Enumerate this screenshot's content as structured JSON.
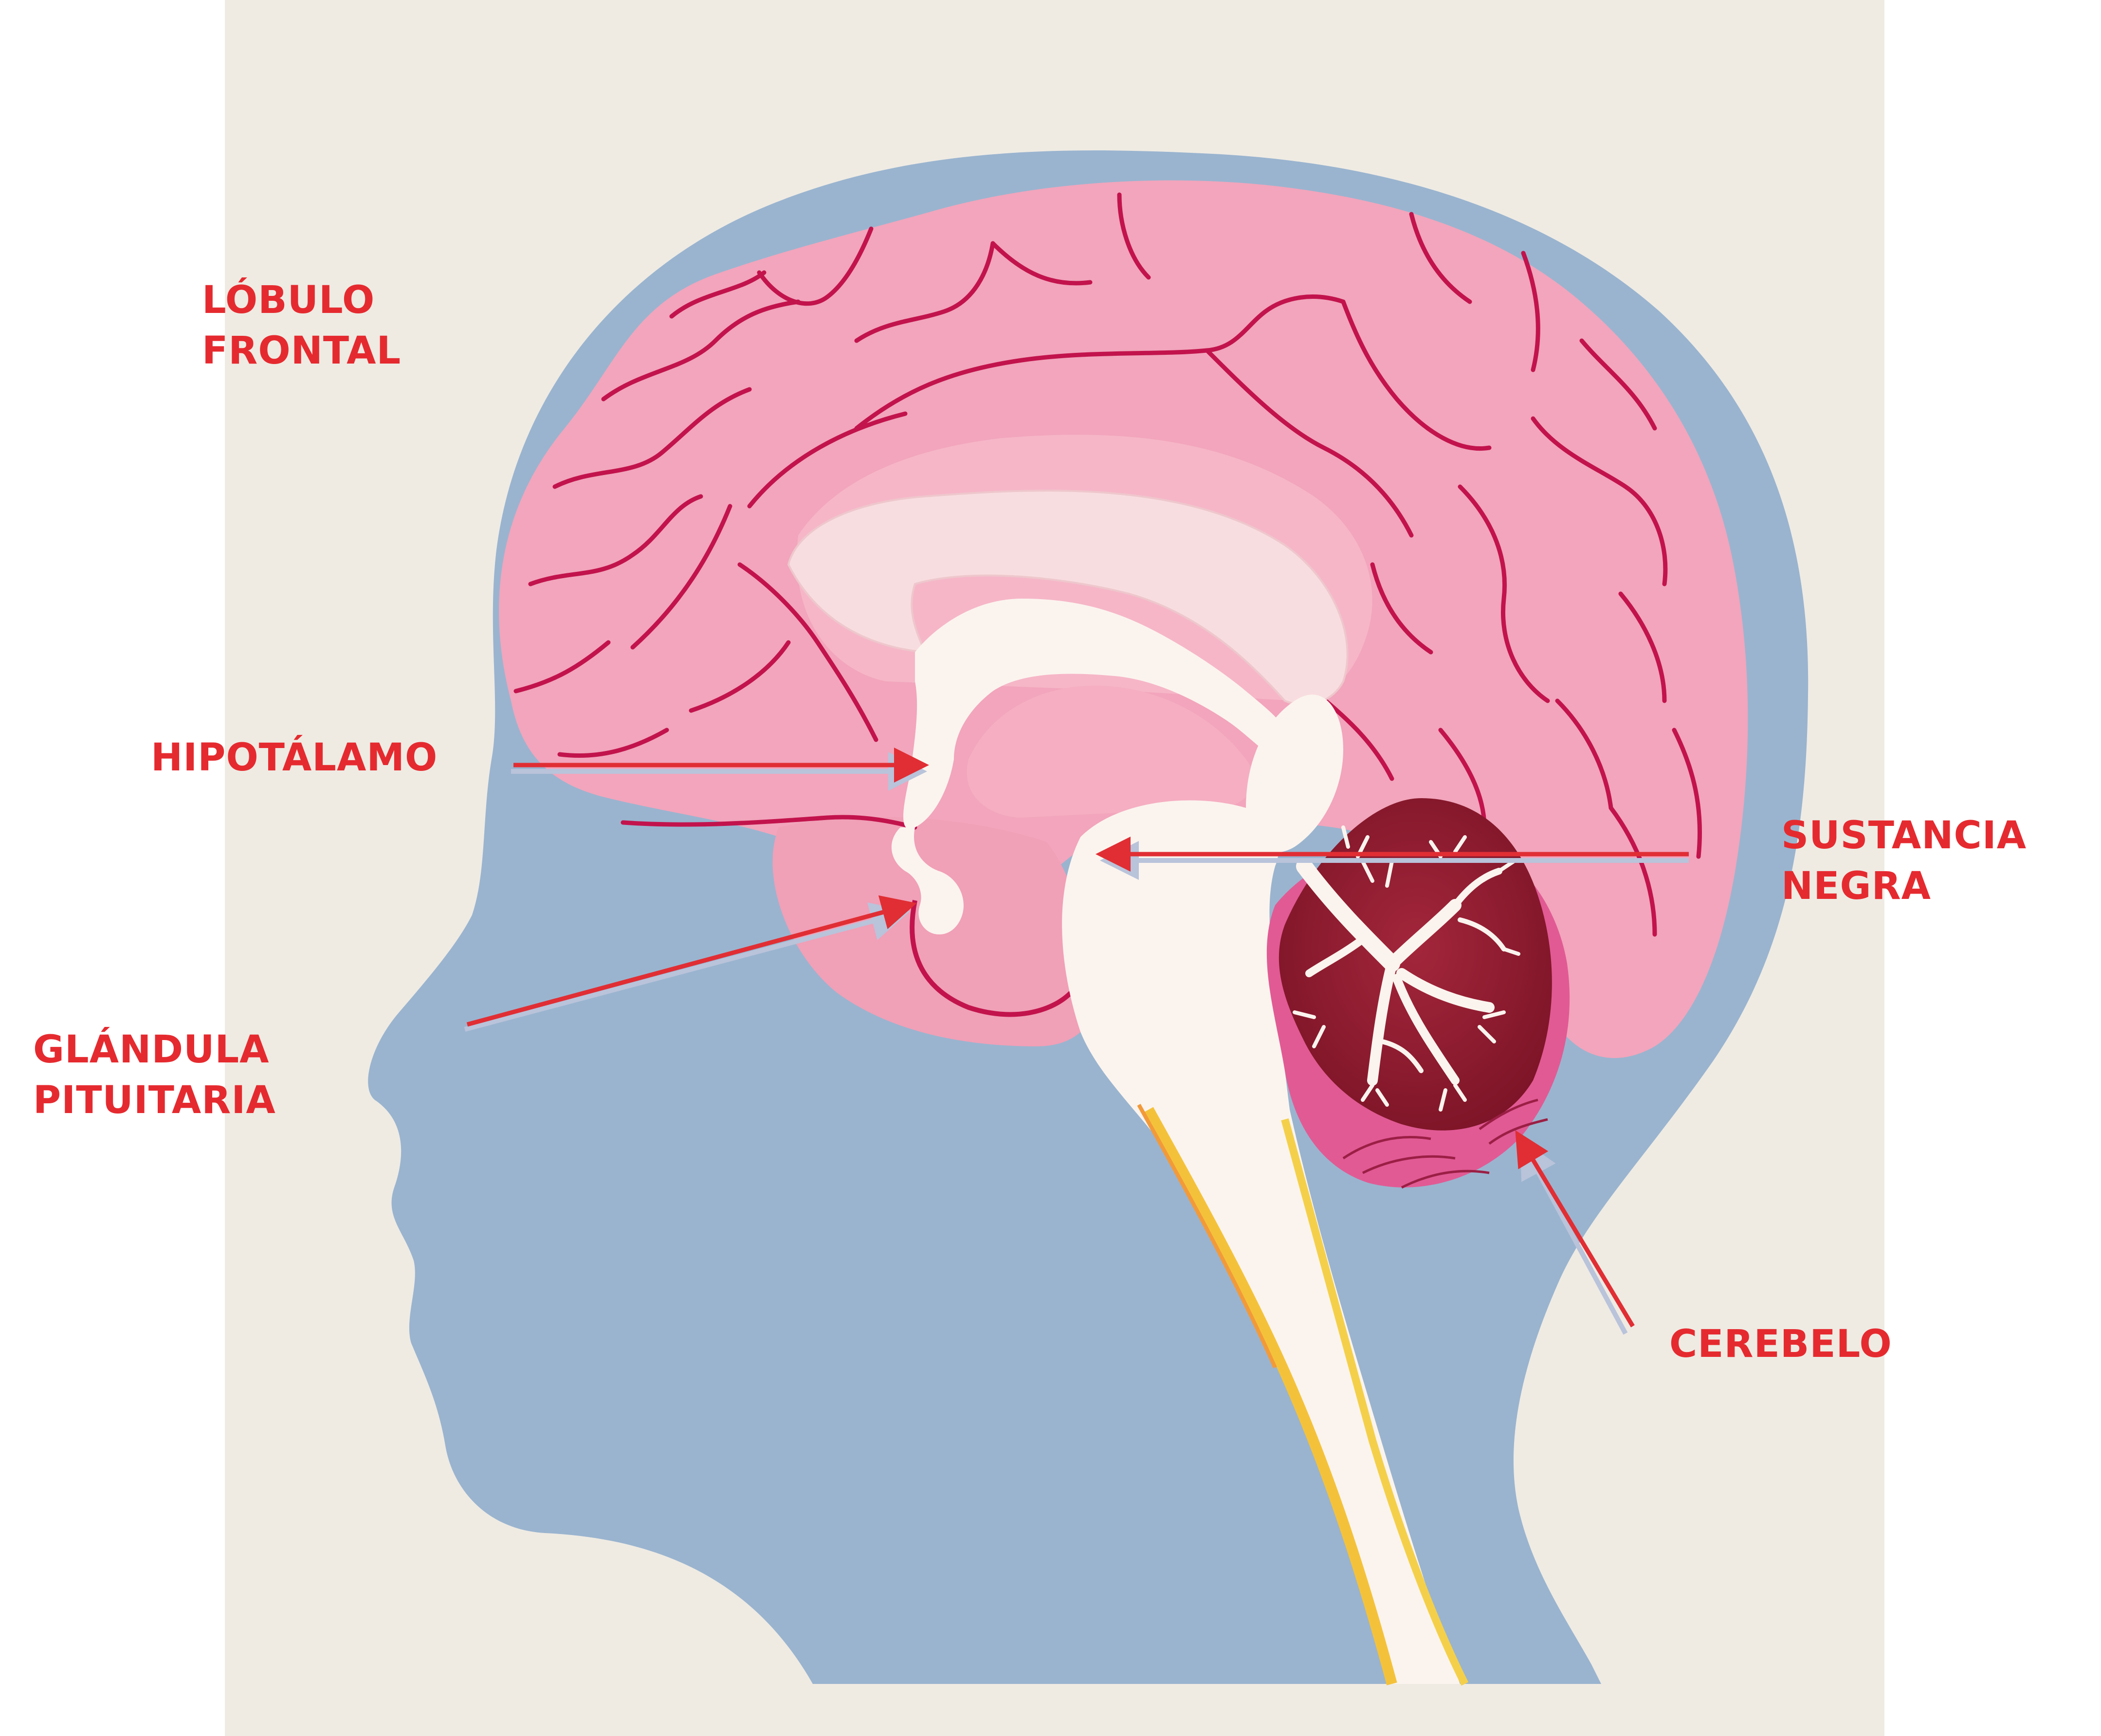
{
  "diagram": {
    "labels": {
      "lobulo_frontal": [
        "LÓBULO",
        "FRONTAL"
      ],
      "hipotalamo": [
        "HIPOTÁLAMO"
      ],
      "glandula_pituitaria": [
        "GLÁNDULA",
        "PITUITARIA"
      ],
      "sustancia_negra": [
        "SUSTANCIA",
        "NEGRA"
      ],
      "cerebelo": [
        "CEREBELO"
      ]
    },
    "colors": {
      "background": "#efebe3",
      "head": "#9ab4cf",
      "brain": "#f2a5bc",
      "sulci": "#c2134d",
      "corpus_callosum": "#f8dde0",
      "brainstem": "#fbf4ee",
      "cerebellum": "#8d1a2f",
      "label_text": "#e52a2f",
      "arrow": "#e02e34",
      "arrow_shadow": "#b9c3da",
      "spinal_stripe": "#f4c23a"
    }
  }
}
